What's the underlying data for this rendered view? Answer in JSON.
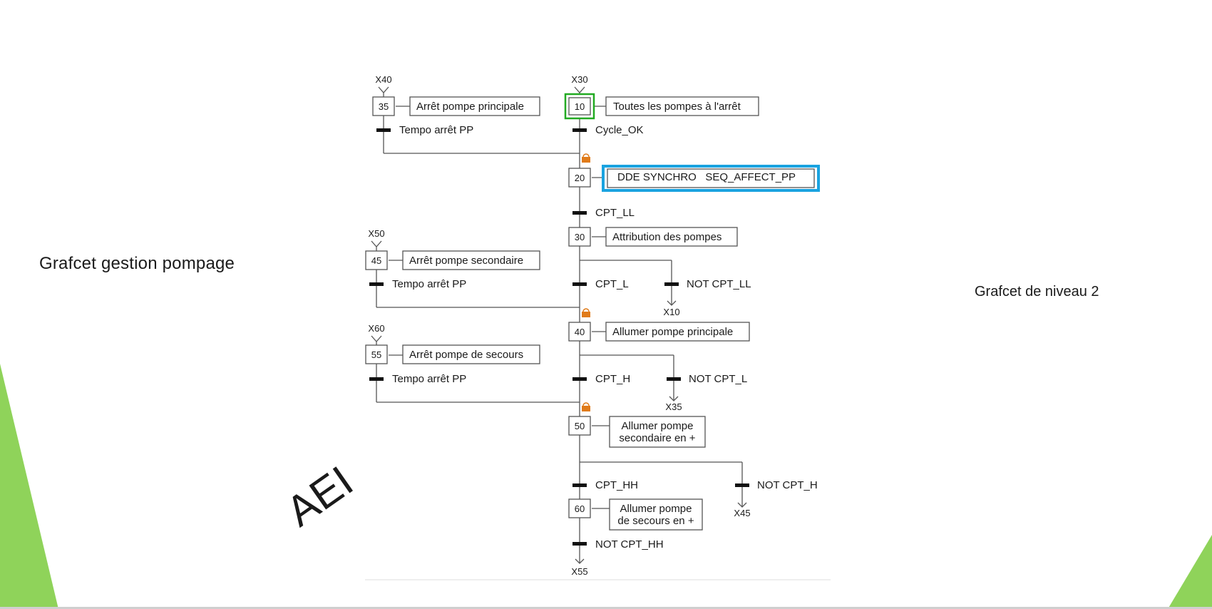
{
  "slide": {
    "title_left": "Grafcet gestion pompage",
    "title_right": "Grafcet de niveau 2",
    "watermark": "AEI",
    "colors": {
      "accent_green": "#8fd35a",
      "initial_step_highlight": "#22aa22",
      "action_highlight": "#1aa3e0",
      "sync_icon": "#e07b1a"
    }
  },
  "grafcet": {
    "steps": {
      "s35": {
        "number": "35",
        "action": "Arrêt pompe principale",
        "ref": "X40"
      },
      "s10": {
        "number": "10",
        "action": "Toutes les pompes à l'arrêt",
        "ref": "X30"
      },
      "s20": {
        "number": "20",
        "action": "DDE SYNCHRO   SEQ_AFFECT_PP"
      },
      "s30": {
        "number": "30",
        "action": "Attribution des pompes"
      },
      "s45": {
        "number": "45",
        "action": "Arrêt pompe secondaire",
        "ref": "X50"
      },
      "s40": {
        "number": "40",
        "action": "Allumer pompe principale"
      },
      "s55": {
        "number": "55",
        "action": "Arrêt pompe de secours",
        "ref": "X60"
      },
      "s50": {
        "number": "50",
        "action_line1": "Allumer pompe",
        "action_line2": "secondaire en +"
      },
      "s60": {
        "number": "60",
        "action_line1": "Allumer pompe",
        "action_line2": "de secours en +"
      }
    },
    "transitions": {
      "t35": "Tempo arrêt PP",
      "t10": "Cycle_OK",
      "t20": "CPT_LL",
      "t30_main": "CPT_L",
      "t30_alt": "NOT CPT_LL",
      "t45": "Tempo arrêt PP",
      "t40_main": "CPT_H",
      "t40_alt": "NOT CPT_L",
      "t55": "Tempo arrêt PP",
      "t50_main": "CPT_HH",
      "t50_alt": "NOT CPT_H",
      "t60": "NOT CPT_HH"
    },
    "jumps": {
      "to_x10": "X10",
      "to_x35": "X35",
      "to_x45": "X45",
      "to_x55": "X55"
    }
  }
}
